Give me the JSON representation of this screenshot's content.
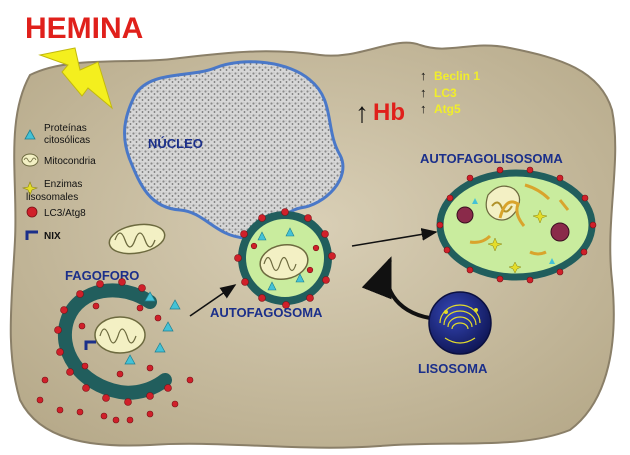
{
  "title": "HEMINA",
  "labels": {
    "nucleus": "NÚCLEO",
    "hb": "Hb",
    "phagophore": "FAGOFORO",
    "autophagosome": "AUTOFAGOSOMA",
    "autophagolysosome": "AUTOFAGOLISOSOMA",
    "lysosome": "LISOSOMA"
  },
  "upregulated": [
    {
      "arrow": "↑",
      "label": "Beclin 1"
    },
    {
      "arrow": "↑",
      "label": "LC3"
    },
    {
      "arrow": "↑",
      "label": "Atg5"
    }
  ],
  "hb_arrow": "↑",
  "legend": [
    {
      "icon": "triangle-icon",
      "lines": [
        "Proteínas",
        "citosólicas"
      ]
    },
    {
      "icon": "mitochondria-icon",
      "lines": [
        "Mitocondria"
      ]
    },
    {
      "icon": "enzyme-star-icon",
      "lines": [
        "Enzimas",
        "lisosomales"
      ]
    },
    {
      "icon": "red-dot-icon",
      "lines": [
        "LC3/Atg8"
      ]
    },
    {
      "icon": "nix-bracket-icon",
      "lines": [
        "NIX"
      ]
    }
  ],
  "colors": {
    "cell": "#c9bd9f",
    "cell_border": "#8a7f68",
    "title": "#e0201b",
    "hb": "#e0201b",
    "upregulated_text": "#f1ee2a",
    "labels": "#1b2f8a",
    "membrane": "#215e5d",
    "lumen": "#c9ec9e",
    "lc3_dot": "#d0202a",
    "protein": "#44c2d6",
    "mito_fill": "#f3f0c4",
    "lysosome": "#1d2a86",
    "lightning": "#f4ef1e"
  }
}
